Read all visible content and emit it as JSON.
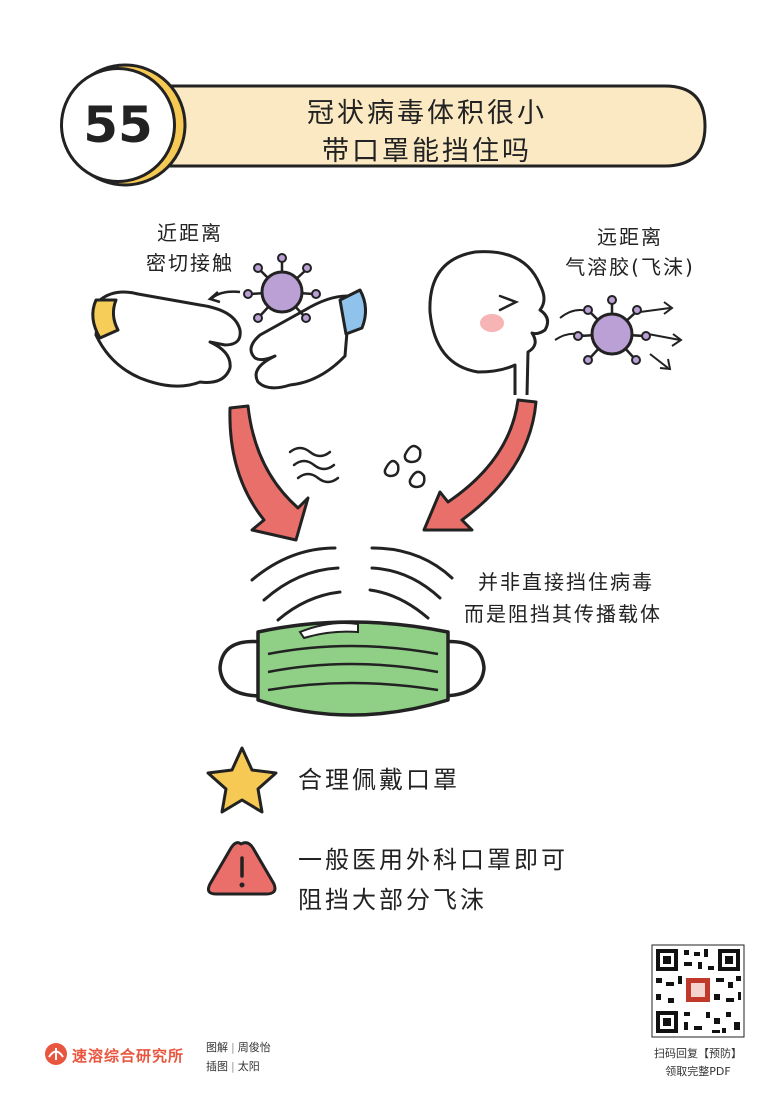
{
  "number": "55",
  "title": {
    "line1": "冠状病毒体积很小",
    "line2": "带口罩能挡住吗"
  },
  "left_label": {
    "line1": "近距离",
    "line2": "密切接触"
  },
  "right_label": {
    "line1": "远距离",
    "line2": "气溶胶(飞沫)"
  },
  "mask_note": {
    "line1": "并非直接挡住病毒",
    "line2": "而是阻挡其传播载体"
  },
  "tips": [
    {
      "icon": "star-icon",
      "lines": [
        "合理佩戴口罩"
      ]
    },
    {
      "icon": "warning-icon",
      "lines": [
        "一般医用外科口罩即可",
        "阻挡大部分飞沫"
      ]
    }
  ],
  "footer": {
    "org": "速溶综合研究所",
    "credit1_role": "图解",
    "credit1_name": "周俊怡",
    "credit2_role": "插图",
    "credit2_name": "太阳",
    "qr_line1": "扫码回复【预防】",
    "qr_line2": "领取完整PDF"
  },
  "colors": {
    "banner": "#fbe9c3",
    "banner_accent": "#f6c955",
    "arrow": "#e9706a",
    "virus": "#bba0d6",
    "mask": "#8fcf86",
    "glove_cuff_left": "#f6cd58",
    "glove_cuff_right": "#8fc3ec",
    "star": "#f6c955",
    "warning": "#ea6f6b",
    "cheek": "#f6b4b4",
    "logo": "#e8563f"
  }
}
